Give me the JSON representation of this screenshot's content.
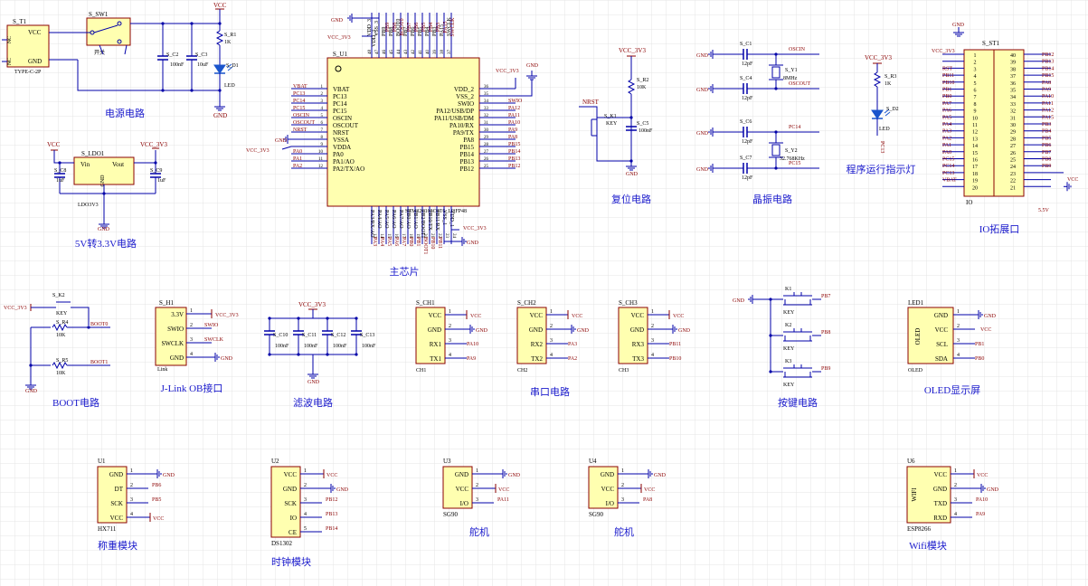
{
  "colors": {
    "grid": "#e4e4e4",
    "wire": "#0000a8",
    "net": "#8b0000",
    "chip_fill": "#ffffb0",
    "chip_stroke": "#8b0000",
    "title": "#1a1acc",
    "led": "#1a55cc"
  },
  "titles": {
    "power": "电源电路",
    "ldo": "5V转3.3V电路",
    "mcu": "主芯片",
    "reset": "复位电路",
    "crystal": "晶振电路",
    "led": "程序运行指示灯",
    "io": "IO拓展口",
    "boot": "BOOT电路",
    "jlink": "J-Link OB接口",
    "filter": "滤波电路",
    "uart": "串口电路",
    "keys": "按键电路",
    "oled": "OLED显示屏",
    "scale": "称重模块",
    "clock": "时钟模块",
    "servo1": "舵机",
    "servo2": "舵机",
    "wifi": "Wifi模块"
  },
  "power": {
    "vcc": "VCC",
    "gnd": "GND",
    "t1_ref": "S_T1",
    "t1_pin_vcc": "VCC",
    "t1_pin_gnd": "GND",
    "t1_nc1": "NC",
    "t1_nc2": "NC",
    "t1_type": "TYPE-C-2P",
    "sw1_ref": "S_SW1",
    "sw1_label": "开关",
    "c2_ref": "S_C2",
    "c2_val": "100nF",
    "c3_ref": "S_C3",
    "c3_val": "10uF",
    "r1_ref": "S_R1",
    "r1_val": "1K",
    "d1_ref": "S_D1",
    "d1_val": "LED"
  },
  "ldo": {
    "vin_net": "VCC",
    "vout_net": "VCC_3V3",
    "ldo_ref": "S_LDO1",
    "pin_vin": "Vin",
    "pin_vout": "Vout",
    "pin_gnd": "GND",
    "part": "LDO3V3",
    "c8_ref": "S_C8",
    "c8_val": "1uF",
    "c9_ref": "S_C9",
    "c9_val": "1uF",
    "gnd": "GND"
  },
  "mcu": {
    "ref": "S_U1",
    "part": "STM32F103C8T6_LQFP48",
    "vcc": "VCC_3V3",
    "gnd": "GND",
    "left_pins": [
      {
        "net": "VBAT",
        "name": "VBAT",
        "num": "1"
      },
      {
        "net": "PC13",
        "name": "PC13",
        "num": "2"
      },
      {
        "net": "PC14",
        "name": "PC14",
        "num": "3"
      },
      {
        "net": "PC15",
        "name": "PC15",
        "num": "4"
      },
      {
        "net": "OSCIN",
        "name": "OSCIN",
        "num": "5"
      },
      {
        "net": "OSCOUT",
        "name": "OSCOUT",
        "num": "6"
      },
      {
        "net": "NRST",
        "name": "NRST",
        "num": "7"
      },
      {
        "net": "GND",
        "name": "VSSA",
        "num": "8"
      },
      {
        "net": "VCC_3V3",
        "name": "VDDA",
        "num": "9"
      },
      {
        "net": "PA0",
        "name": "PA0",
        "num": "10"
      },
      {
        "net": "PA1",
        "name": "PA1/AO",
        "num": "11"
      },
      {
        "net": "PA2",
        "name": "PA2/TX/AO",
        "num": "12"
      }
    ],
    "right_pins": [
      {
        "net": "VCC_3V3",
        "name": "VDD_2",
        "num": "36"
      },
      {
        "net": "",
        "name": "VSS_2",
        "num": "35"
      },
      {
        "net": "SWIO",
        "name": "SWIO",
        "num": "34"
      },
      {
        "net": "PA12",
        "name": "PA12/USB/DP",
        "num": "33"
      },
      {
        "net": "PA11",
        "name": "PA11/USB/DM",
        "num": "32"
      },
      {
        "net": "PA10",
        "name": "PA10/RX",
        "num": "31"
      },
      {
        "net": "PA9",
        "name": "PA9/TX",
        "num": "30"
      },
      {
        "net": "PA8",
        "name": "PA8",
        "num": "29"
      },
      {
        "net": "PB15",
        "name": "PB15",
        "num": "28"
      },
      {
        "net": "PB14",
        "name": "PB14",
        "num": "27"
      },
      {
        "net": "PB13",
        "name": "PB13",
        "num": "26"
      },
      {
        "net": "PB12",
        "name": "PB12",
        "num": "25"
      }
    ],
    "top_pins": [
      {
        "net": "",
        "name": "VDD_3",
        "num": "48"
      },
      {
        "net": "",
        "name": "VSS_3",
        "num": "47"
      },
      {
        "net": "PB9",
        "name": "PB9",
        "num": "46"
      },
      {
        "net": "PB8",
        "name": "PB8",
        "num": "45"
      },
      {
        "net": "BOOT0",
        "name": "BOOT0",
        "num": "44"
      },
      {
        "net": "PB7",
        "name": "PB7",
        "num": "43"
      },
      {
        "net": "PB6",
        "name": "PB6",
        "num": "42"
      },
      {
        "net": "PB5",
        "name": "PB5",
        "num": "41"
      },
      {
        "net": "PB4",
        "name": "PB4",
        "num": "40"
      },
      {
        "net": "PB3",
        "name": "PB3",
        "num": "39"
      },
      {
        "net": "PA15",
        "name": "PA15",
        "num": "38"
      },
      {
        "net": "SWCLK",
        "name": "SWCLK",
        "num": "37"
      }
    ],
    "bottom_pins": [
      {
        "net": "PA3",
        "name": "PA3/RX/AO",
        "num": "13"
      },
      {
        "net": "PA4",
        "name": "PA4/AO",
        "num": "14"
      },
      {
        "net": "PA5",
        "name": "PA5/AO",
        "num": "15"
      },
      {
        "net": "PA6",
        "name": "PA6/AO",
        "num": "16"
      },
      {
        "net": "PA7",
        "name": "PA7/AO",
        "num": "17"
      },
      {
        "net": "PB0",
        "name": "PB0/AO",
        "num": "18"
      },
      {
        "net": "PB1",
        "name": "PB1/AO",
        "num": "19"
      },
      {
        "net": "BOOT1",
        "name": "PB2/BOOT1",
        "num": "20"
      },
      {
        "net": "PB10",
        "name": "PB10/TX",
        "num": "21"
      },
      {
        "net": "PB11",
        "name": "PB11/RX",
        "num": "22"
      },
      {
        "net": "",
        "name": "VSS_1",
        "num": "23"
      },
      {
        "net": "",
        "name": "VDD_1",
        "num": "24"
      }
    ]
  },
  "reset": {
    "vcc": "VCC_3V3",
    "r2_ref": "S_R2",
    "r2_val": "10K",
    "nrst": "NRST",
    "k1_ref": "S_K1",
    "k1_val": "KEY",
    "c5_ref": "S_C5",
    "c5_val": "100nF",
    "gnd": "GND"
  },
  "crystal": {
    "gnd": "GND",
    "c1_ref": "S_C1",
    "c1_val": "12pF",
    "c4_ref": "S_C4",
    "c4_val": "12pF",
    "c6_ref": "S_C6",
    "c6_val": "12pF",
    "c7_ref": "S_C7",
    "c7_val": "12pF",
    "y1_ref": "S_Y1",
    "y1_val": "8MHz",
    "y2_ref": "S_Y2",
    "y2_val": "32.768KHz",
    "oscin": "OSCIN",
    "oscout": "OSCOUT",
    "pc14": "PC14",
    "pc15": "PC15"
  },
  "led": {
    "vcc": "VCC_3V3",
    "r3_ref": "S_R3",
    "r3_val": "1K",
    "d2_ref": "S_D2",
    "d2_val": "LED",
    "net": "PC13"
  },
  "io": {
    "ref": "S_ST1",
    "part": "IO",
    "gnd": "GND",
    "vcc": "VCC_3V3",
    "v5": "VCC",
    "v5b": "5.5V",
    "left": [
      {
        "net": "",
        "num": "1"
      },
      {
        "net": "",
        "num": "2"
      },
      {
        "net": "RST",
        "num": "3"
      },
      {
        "net": "PB11",
        "num": "4"
      },
      {
        "net": "PB10",
        "num": "5"
      },
      {
        "net": "PB1",
        "num": "6"
      },
      {
        "net": "PB0",
        "num": "7"
      },
      {
        "net": "PA7",
        "num": "8"
      },
      {
        "net": "PA6",
        "num": "9"
      },
      {
        "net": "PA5",
        "num": "10"
      },
      {
        "net": "PA4",
        "num": "11"
      },
      {
        "net": "PA3",
        "num": "12"
      },
      {
        "net": "PA2",
        "num": "13"
      },
      {
        "net": "PA1",
        "num": "14"
      },
      {
        "net": "PA0",
        "num": "15"
      },
      {
        "net": "PC15",
        "num": "16"
      },
      {
        "net": "PC14",
        "num": "17"
      },
      {
        "net": "PC13",
        "num": "18"
      },
      {
        "net": "VBAT",
        "num": "19"
      },
      {
        "net": "",
        "num": "20"
      }
    ],
    "right": [
      {
        "net": "PB12",
        "num": "40"
      },
      {
        "net": "PB13",
        "num": "39"
      },
      {
        "net": "PB14",
        "num": "38"
      },
      {
        "net": "PB15",
        "num": "37"
      },
      {
        "net": "PA8",
        "num": "36"
      },
      {
        "net": "PA9",
        "num": "35"
      },
      {
        "net": "PA10",
        "num": "34"
      },
      {
        "net": "PA11",
        "num": "33"
      },
      {
        "net": "PA12",
        "num": "32"
      },
      {
        "net": "PA15",
        "num": "31"
      },
      {
        "net": "PB3",
        "num": "30"
      },
      {
        "net": "PB4",
        "num": "29"
      },
      {
        "net": "PB5",
        "num": "28"
      },
      {
        "net": "PB6",
        "num": "27"
      },
      {
        "net": "PB7",
        "num": "26"
      },
      {
        "net": "PB8",
        "num": "25"
      },
      {
        "net": "PB9",
        "num": "24"
      },
      {
        "net": "",
        "num": "23"
      },
      {
        "net": "",
        "num": "22"
      },
      {
        "net": "",
        "num": "21"
      }
    ]
  },
  "boot": {
    "vcc": "VCC_3V3",
    "k2_ref": "S_K2",
    "k2_val": "KEY",
    "r4_ref": "S_R4",
    "r4_val": "10K",
    "r5_ref": "S_R5",
    "r5_val": "10K",
    "boot0": "BOOT0",
    "boot1": "BOOT1",
    "gnd": "GND"
  },
  "jlink": {
    "ref": "S_H1",
    "part": "Link",
    "pins": [
      {
        "name": "3.3V",
        "num": "1",
        "net": "VCC_3V3"
      },
      {
        "name": "SWIO",
        "num": "2",
        "net": "SWIO"
      },
      {
        "name": "SWCLK",
        "num": "3",
        "net": "SWCLK"
      },
      {
        "name": "GND",
        "num": "4",
        "net": "GND"
      }
    ]
  },
  "filter": {
    "vcc": "VCC_3V3",
    "gnd": "GND",
    "caps": [
      {
        "ref": "S_C10",
        "val": "100nF"
      },
      {
        "ref": "S_C11",
        "val": "100nF"
      },
      {
        "ref": "S_C12",
        "val": "100nF"
      },
      {
        "ref": "S_C13",
        "val": "100nF"
      }
    ]
  },
  "uart": [
    {
      "ref": "S_CH1",
      "part": "CH1",
      "pins": [
        {
          "name": "VCC",
          "num": "1",
          "net": "VCC"
        },
        {
          "name": "GND",
          "num": "2",
          "net": "GND"
        },
        {
          "name": "RX1",
          "num": "3",
          "net": "PA10"
        },
        {
          "name": "TX1",
          "num": "4",
          "net": "PA9"
        }
      ]
    },
    {
      "ref": "S_CH2",
      "part": "CH2",
      "pins": [
        {
          "name": "VCC",
          "num": "1",
          "net": "VCC"
        },
        {
          "name": "GND",
          "num": "2",
          "net": "GND"
        },
        {
          "name": "RX2",
          "num": "3",
          "net": "PA3"
        },
        {
          "name": "TX2",
          "num": "4",
          "net": "PA2"
        }
      ]
    },
    {
      "ref": "S_CH3",
      "part": "CH3",
      "pins": [
        {
          "name": "VCC",
          "num": "1",
          "net": "VCC"
        },
        {
          "name": "GND",
          "num": "2",
          "net": "GND"
        },
        {
          "name": "RX3",
          "num": "3",
          "net": "PB11"
        },
        {
          "name": "TX3",
          "num": "4",
          "net": "PB10"
        }
      ]
    }
  ],
  "keys": {
    "gnd": "GND",
    "items": [
      {
        "ref": "K1",
        "val": "KEY",
        "net": "PB7"
      },
      {
        "ref": "K2",
        "val": "KEY",
        "net": "PB8"
      },
      {
        "ref": "K3",
        "val": "KEY",
        "net": "PB9"
      }
    ]
  },
  "oled": {
    "ref": "LED1",
    "part": "OLED",
    "body": "OLED",
    "pins": [
      {
        "name": "GND",
        "num": "1",
        "net": "GND"
      },
      {
        "name": "VCC",
        "num": "2",
        "net": "VCC"
      },
      {
        "name": "SCL",
        "num": "3",
        "net": "PB1"
      },
      {
        "name": "SDA",
        "num": "4",
        "net": "PB0"
      }
    ]
  },
  "hx711": {
    "ref": "U1",
    "part": "HX711",
    "pins": [
      {
        "name": "GND",
        "num": "1",
        "net": "GND"
      },
      {
        "name": "DT",
        "num": "2",
        "net": "PB6"
      },
      {
        "name": "SCK",
        "num": "3",
        "net": "PB5"
      },
      {
        "name": "VCC",
        "num": "4",
        "net": "VCC"
      }
    ]
  },
  "ds1302": {
    "ref": "U2",
    "part": "DS1302",
    "pins": [
      {
        "name": "VCC",
        "num": "1",
        "net": "VCC"
      },
      {
        "name": "GND",
        "num": "2",
        "net": "GND"
      },
      {
        "name": "SCK",
        "num": "3",
        "net": "PB12"
      },
      {
        "name": "IO",
        "num": "4",
        "net": "PB13"
      },
      {
        "name": "CE",
        "num": "5",
        "net": "PB14"
      }
    ]
  },
  "sg90a": {
    "ref": "U3",
    "part": "SG90",
    "pins": [
      {
        "name": "GND",
        "num": "1",
        "net": "GND"
      },
      {
        "name": "VCC",
        "num": "2",
        "net": "VCC"
      },
      {
        "name": "I/O",
        "num": "3",
        "net": "PA11"
      }
    ]
  },
  "sg90b": {
    "ref": "U4",
    "part": "SG90",
    "pins": [
      {
        "name": "GND",
        "num": "1",
        "net": "GND"
      },
      {
        "name": "VCC",
        "num": "2",
        "net": "VCC"
      },
      {
        "name": "I/O",
        "num": "3",
        "net": "PA8"
      }
    ]
  },
  "esp": {
    "ref": "U6",
    "part": "ESP8266",
    "body": "WIFI",
    "pins": [
      {
        "name": "VCC",
        "num": "1",
        "net": "VCC"
      },
      {
        "name": "GND",
        "num": "2",
        "net": "GND"
      },
      {
        "name": "TXD",
        "num": "3",
        "net": "PA10"
      },
      {
        "name": "RXD",
        "num": "4",
        "net": "PA9"
      }
    ]
  }
}
